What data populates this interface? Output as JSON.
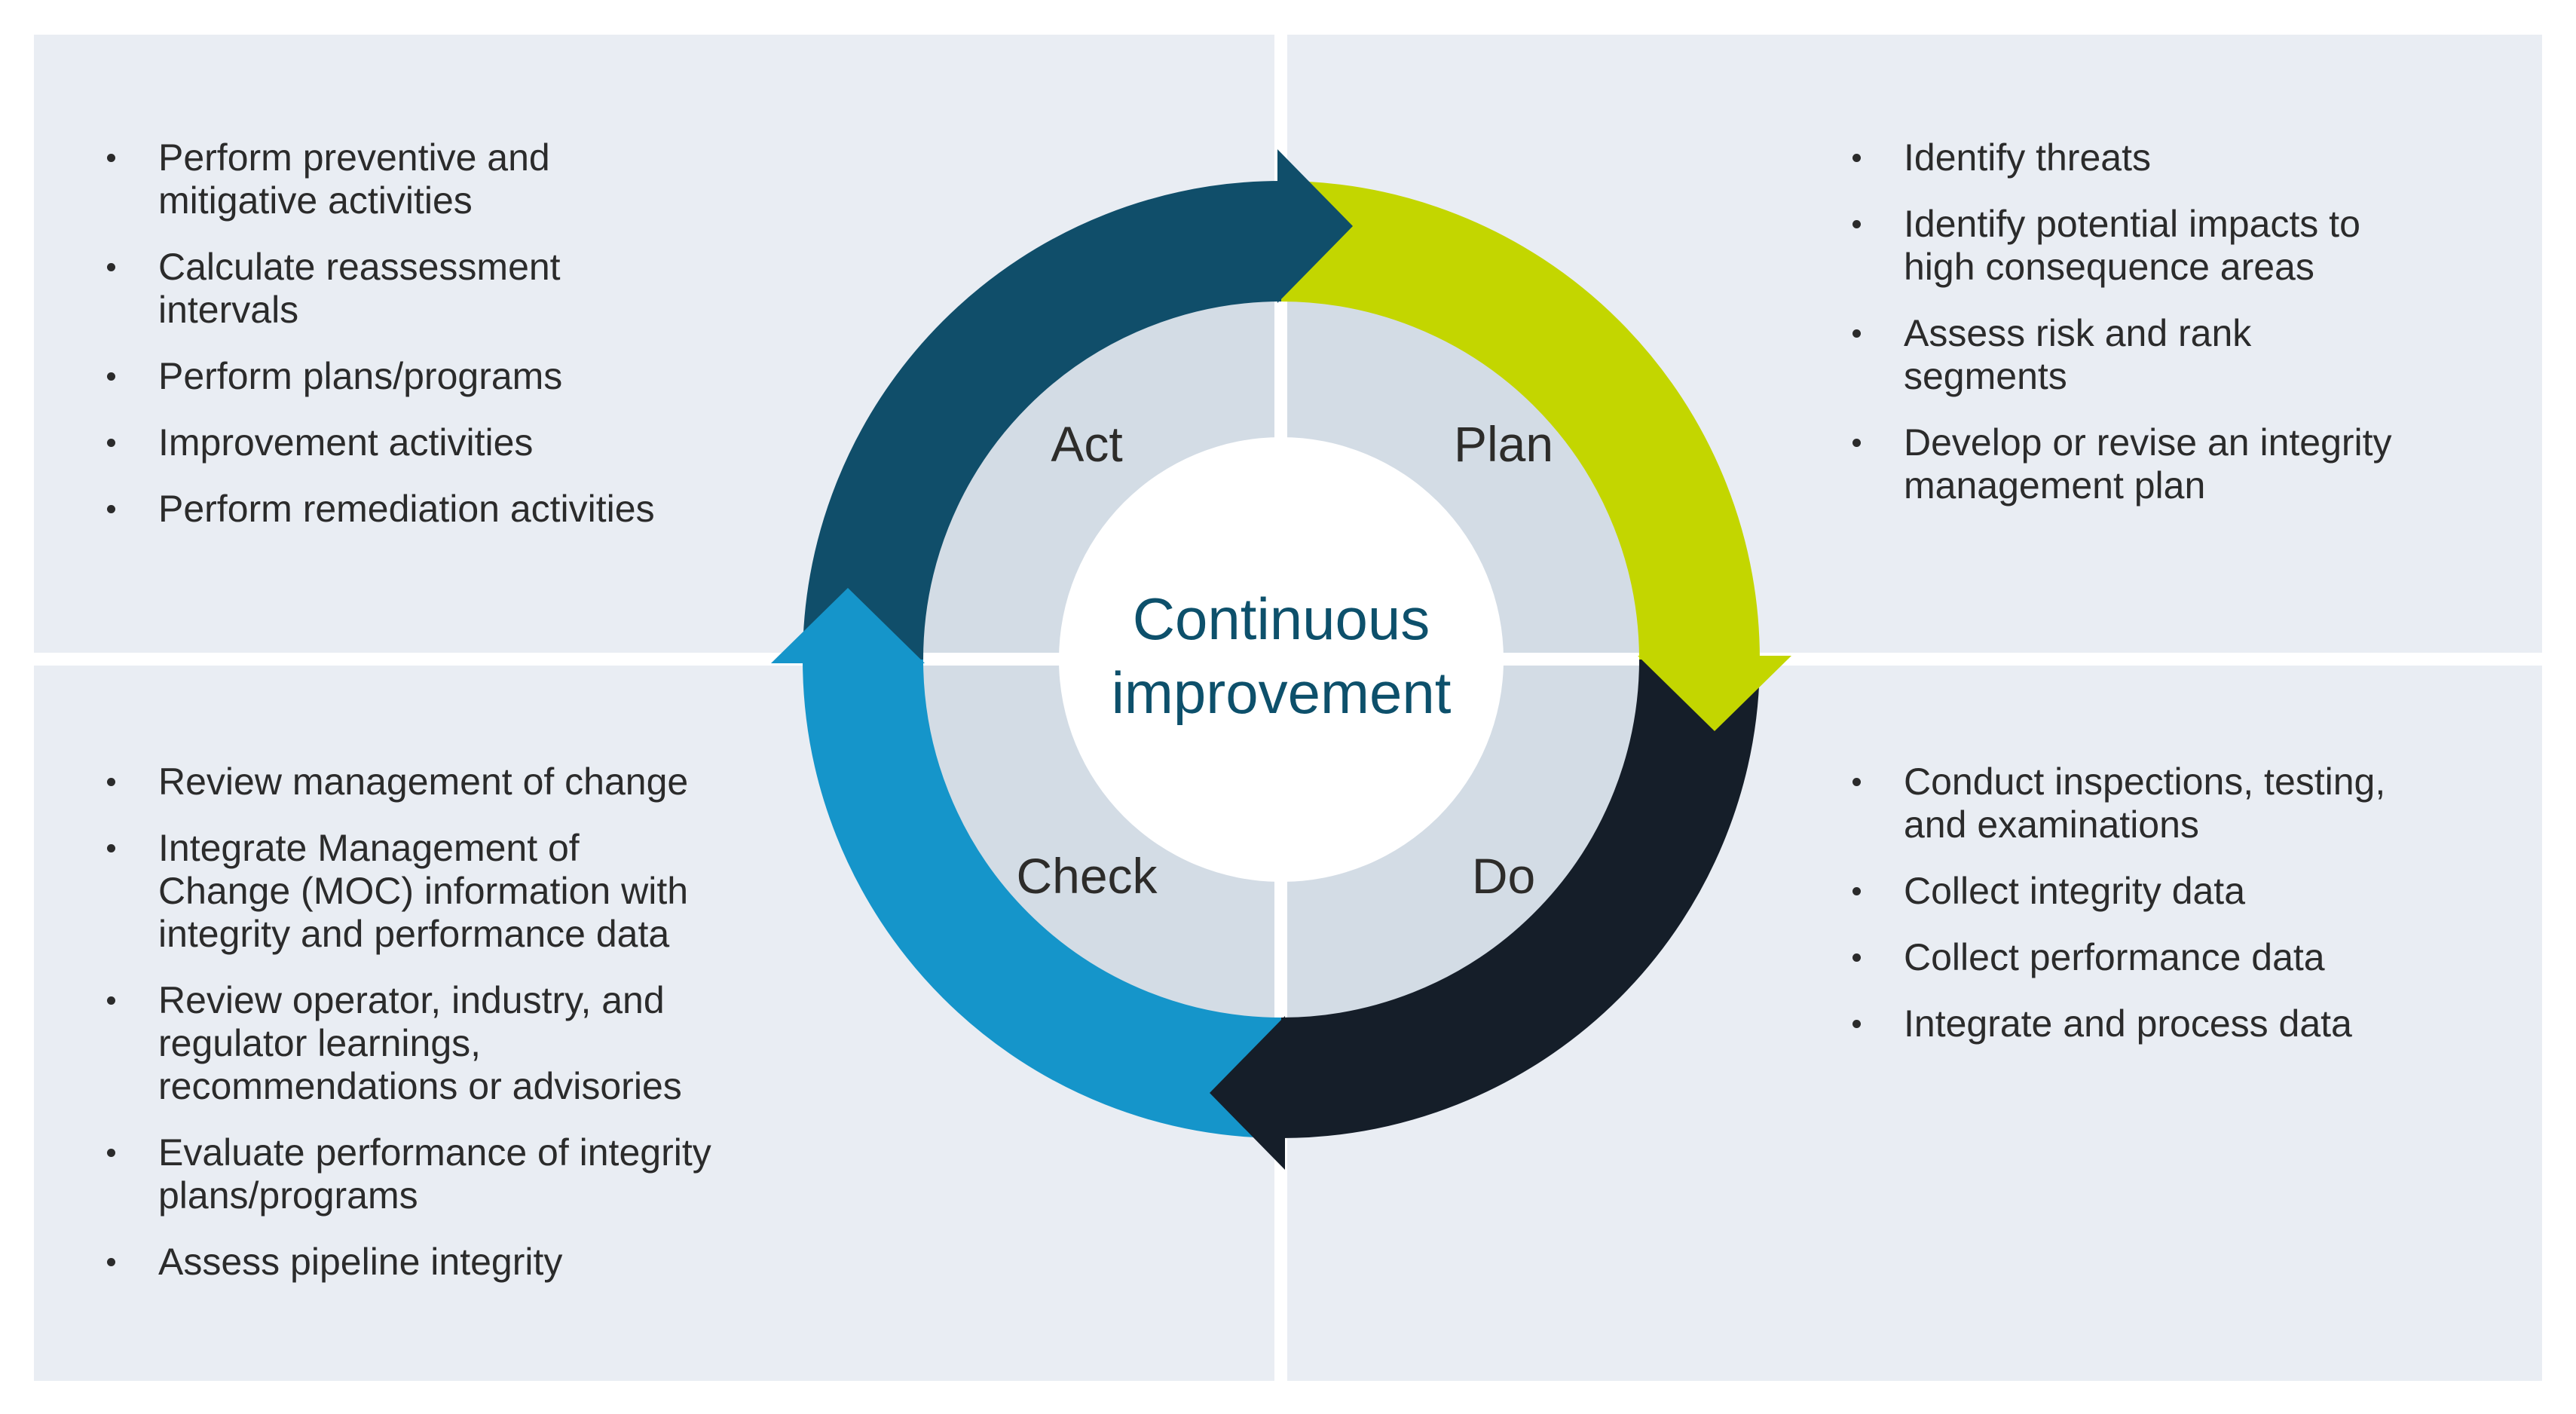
{
  "diagram": {
    "center_label": {
      "line1": "Continuous",
      "line2": "improvement"
    },
    "colors": {
      "panel": "#e9edf3",
      "gutter": "#ffffff",
      "inner_disc": "#d3dce5",
      "center_circle": "#ffffff",
      "center_text": "#0d506b",
      "quadrant_label_text": "#2d2c2a",
      "body_text": "#2b2b2b",
      "act_arrow": "#104e6a",
      "plan_arrow": "#c3d600",
      "do_arrow": "#151e29",
      "check_arrow": "#1595ca"
    }
  },
  "quadrants": {
    "act": {
      "label": "Act",
      "color": "#104e6a",
      "items": [
        "Perform preventive and\nmitigative activities",
        "Calculate reassessment\nintervals",
        "Perform plans/programs",
        "Improvement activities",
        "Perform remediation activities"
      ]
    },
    "plan": {
      "label": "Plan",
      "color": "#c3d600",
      "items": [
        "Identify threats",
        "Identify potential impacts to\nhigh consequence areas",
        "Assess risk and rank\nsegments",
        "Develop or revise an integrity\nmanagement plan"
      ]
    },
    "do": {
      "label": "Do",
      "color": "#151e29",
      "items": [
        "Conduct inspections, testing,\nand examinations",
        "Collect integrity data",
        "Collect performance data",
        "Integrate and process data"
      ]
    },
    "check": {
      "label": "Check",
      "color": "#1595ca",
      "items": [
        "Review management of change",
        "Integrate Management of\nChange (MOC) information with\nintegrity and performance data",
        "Review operator, industry, and\nregulator learnings,\nrecommendations or advisories",
        "Evaluate performance of integrity\nplans/programs",
        "Assess pipeline integrity"
      ]
    }
  }
}
